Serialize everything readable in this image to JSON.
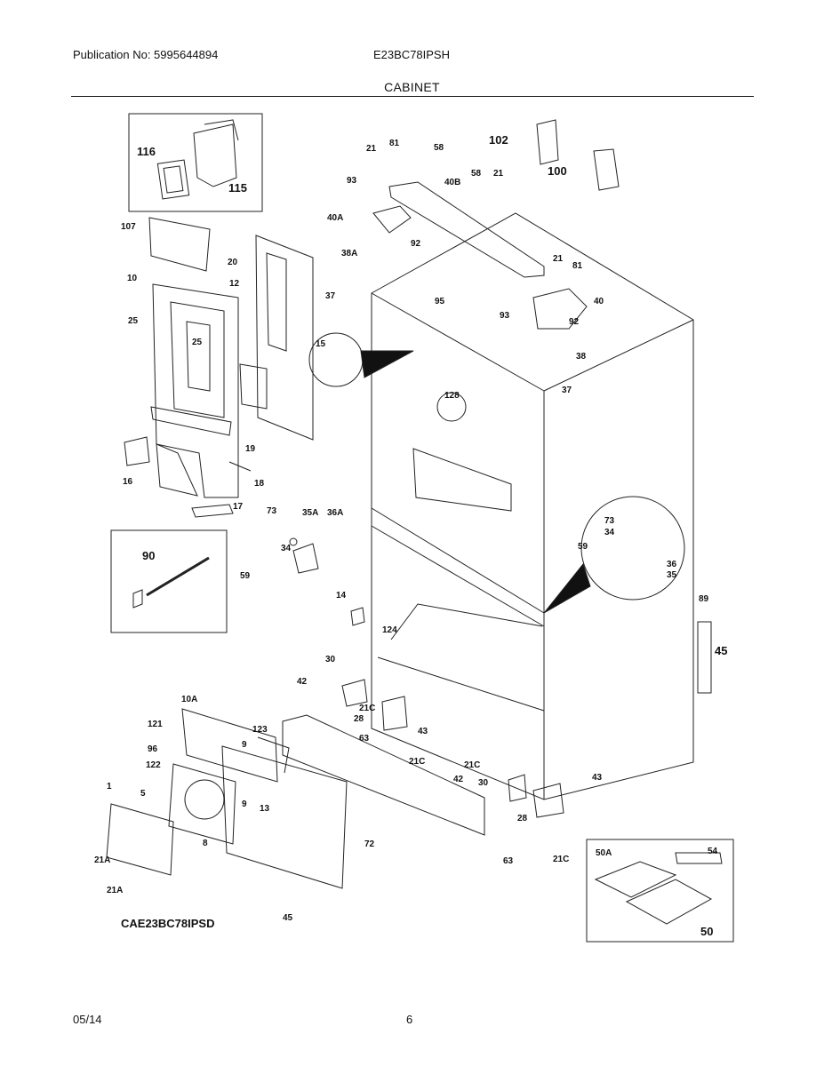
{
  "header": {
    "publication": "Publication No: 5995644894",
    "model": "E23BC78IPSH",
    "section_title": "CABINET"
  },
  "diagram": {
    "callouts": [
      "116",
      "115",
      "107",
      "10",
      "12",
      "20",
      "25",
      "25",
      "19",
      "18",
      "16",
      "17",
      "90",
      "21",
      "81",
      "58",
      "102",
      "100",
      "93",
      "40B",
      "58",
      "21",
      "40A",
      "92",
      "38A",
      "95",
      "93",
      "21",
      "81",
      "40",
      "92",
      "38",
      "37",
      "15",
      "128",
      "37",
      "73",
      "35A",
      "36A",
      "34",
      "59",
      "14",
      "73",
      "34",
      "59",
      "36",
      "35",
      "89",
      "45",
      "124",
      "30",
      "42",
      "21C",
      "28",
      "63",
      "43",
      "21C",
      "10A",
      "121",
      "123",
      "96",
      "9",
      "122",
      "5",
      "1",
      "13",
      "9",
      "8",
      "72",
      "21A",
      "21A",
      "45",
      "21C",
      "42",
      "30",
      "43",
      "28",
      "63",
      "21C",
      "50A",
      "54",
      "50"
    ],
    "model_code": "CAE23BC78IPSD"
  },
  "footer": {
    "date": "05/14",
    "page": "6"
  }
}
